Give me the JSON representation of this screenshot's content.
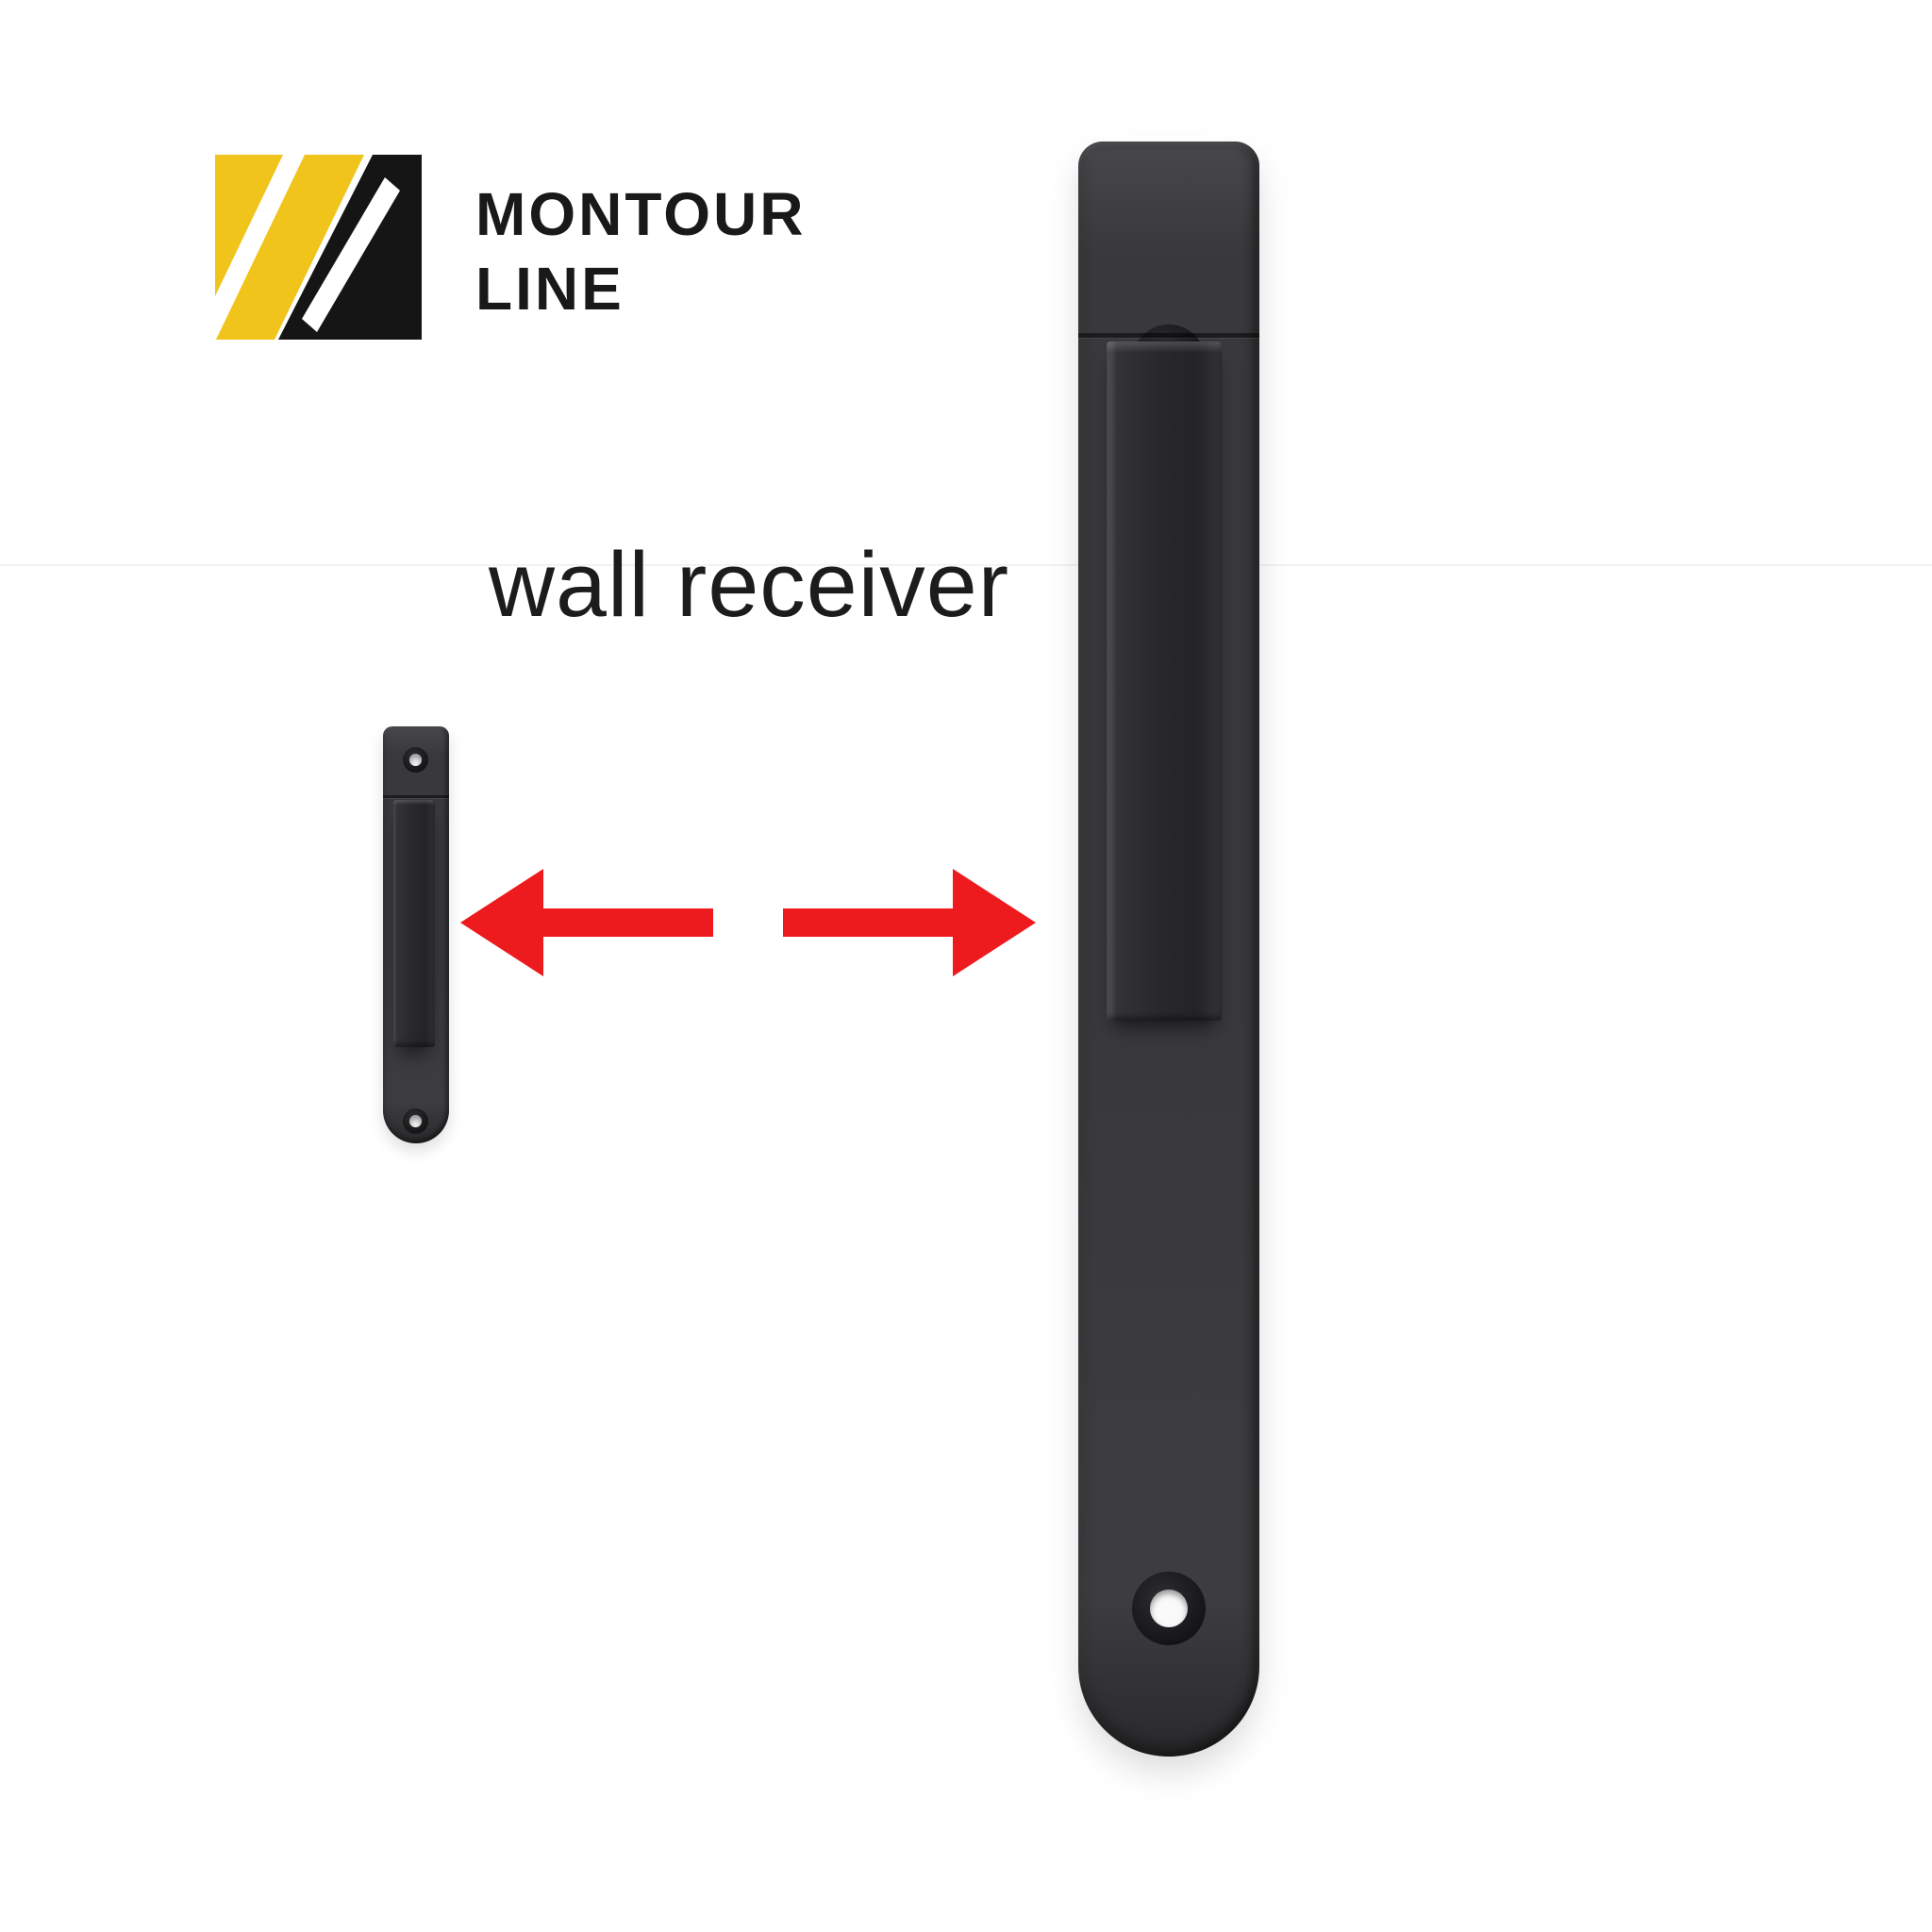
{
  "canvas": {
    "background": "#ffffff"
  },
  "brand": {
    "title_line1": "MONTOUR",
    "title_line2": "LINE",
    "text_color": "#191919",
    "logo": {
      "yellow": "#F0C41B",
      "black": "#151515"
    }
  },
  "caption": {
    "text": "wall receiver",
    "color": "#1c1c1c"
  },
  "arrows": {
    "color": "#EE1B1E"
  },
  "receiver": {
    "plate_color": "#39393C",
    "plate_edge_color": "#2A2A2C",
    "block_color": "#28282B",
    "hole_ring_color": "#18181A",
    "hole_center_color": "#FAFAFA"
  }
}
